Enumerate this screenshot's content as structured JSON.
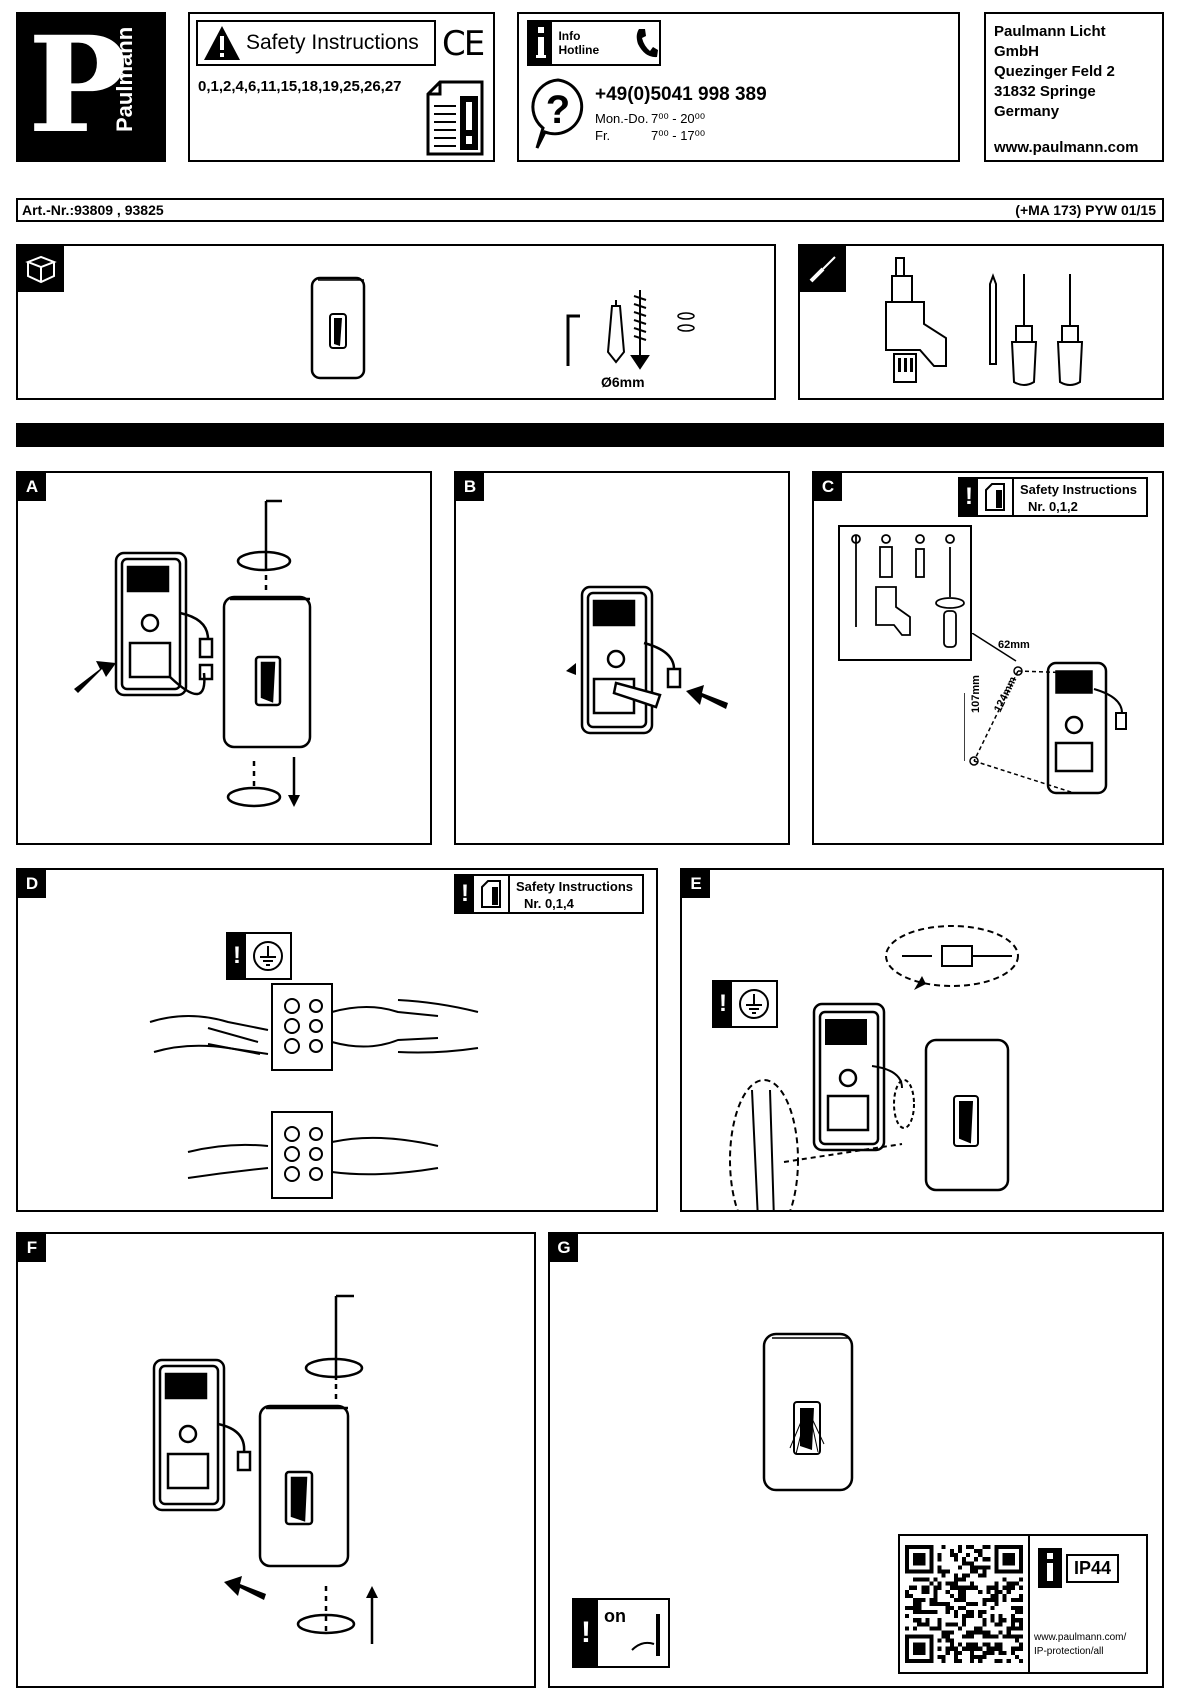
{
  "brand": {
    "logo_letter": "P",
    "name": "Paulmann"
  },
  "safety_header": {
    "title": "Safety Instructions",
    "ce": "CE",
    "numbers": "0,1,2,4,6,11,15,18,19,25,26,27"
  },
  "hotline": {
    "title": "Info Hotline",
    "phone": "+49(0)5041 998 389",
    "rows": [
      {
        "days": "Mon.-Do.",
        "hours": "7⁰⁰ - 20⁰⁰"
      },
      {
        "days": "Fr.",
        "hours": "7⁰⁰ - 17⁰⁰"
      }
    ]
  },
  "address": {
    "company": "Paulmann Licht GmbH",
    "street": "Quezinger Feld 2",
    "city": "31832 Springe",
    "country": "Germany",
    "web": "www.paulmann.com"
  },
  "article_bar": {
    "left": "Art.-Nr.:93809 , 93825",
    "right": "(+MA 173) PYW 01/15"
  },
  "contents": {
    "dowel_label": "Ø6mm"
  },
  "steps": {
    "a": {
      "label": "A"
    },
    "b": {
      "label": "B"
    },
    "c": {
      "label": "C",
      "safety_title": "Safety Instructions",
      "safety_nr": "Nr. 0,1,2",
      "dim_h": "107mm",
      "dim_w": "62mm",
      "dim_d": "124mm"
    },
    "d": {
      "label": "D",
      "safety_title": "Safety Instructions",
      "safety_nr": "Nr. 0,1,4"
    },
    "e": {
      "label": "E"
    },
    "f": {
      "label": "F"
    },
    "g": {
      "label": "G",
      "on_label": "on",
      "ip_rating": "IP44",
      "ip_url_1": "www.paulmann.com/",
      "ip_url_2": "IP-protection/all"
    }
  },
  "icons": [
    "box-icon",
    "screwdriver-icon",
    "warning-icon",
    "document-icon",
    "info-icon",
    "phone-icon",
    "question-icon",
    "ground-icon",
    "qr-code-icon"
  ]
}
